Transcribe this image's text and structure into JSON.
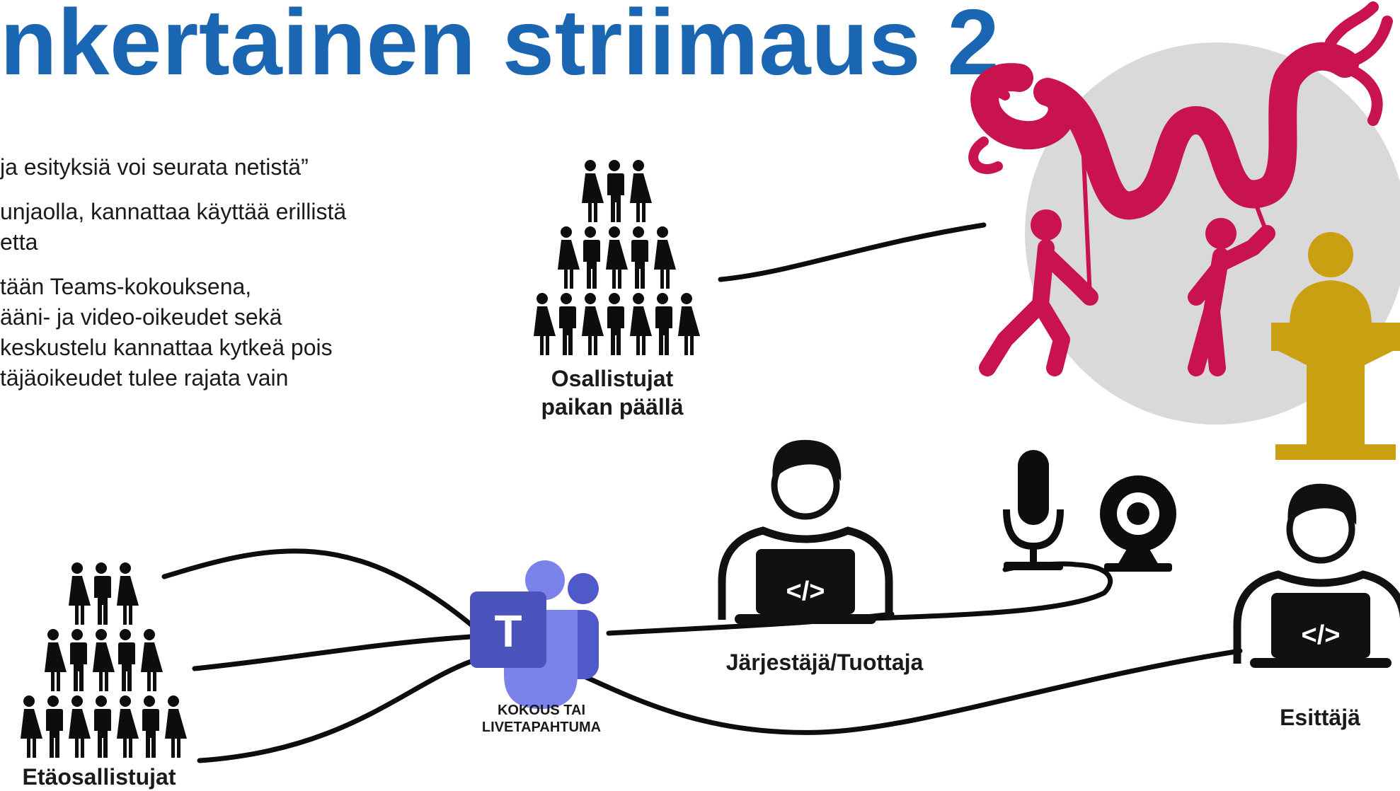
{
  "slide": {
    "title": "nkertainen striimaus 2",
    "bullets": [
      "ja esityksiä voi seurata netistä”",
      "unjaolla, kannattaa käyttää erillistä",
      "etta",
      "tään Teams-kokouksena,",
      " ääni- ja video-oikeudet sekä",
      "keskustelu kannattaa kytkeä pois",
      "täjäoikeudet tulee rajata vain"
    ]
  },
  "diagram": {
    "onsite_label": [
      "Osallistujat",
      "paikan päällä"
    ],
    "remote_label": "Etäosallistujat",
    "teams_label": [
      "KOKOUS TAI",
      "LIVETAPAHTUMA"
    ],
    "teams_letter": "T",
    "organizer_label": "Järjestäjä/Tuottaja",
    "presenter_label": "Esittäjä",
    "laptop_glyph": "</>",
    "icons": [
      "crowd-icon",
      "teams-icon",
      "person-laptop-icon",
      "microphone-icon",
      "webcam-icon",
      "dragon-dance-icon",
      "podium-speaker-icon"
    ]
  },
  "colors": {
    "title": "#1a66b3",
    "dragon": "#c8134f",
    "podium": "#c9a012",
    "stage_circle": "#d9d9d9",
    "teams_purple": "#5059c9",
    "teams_dark": "#4b53bc",
    "teams_light": "#7b83eb"
  }
}
